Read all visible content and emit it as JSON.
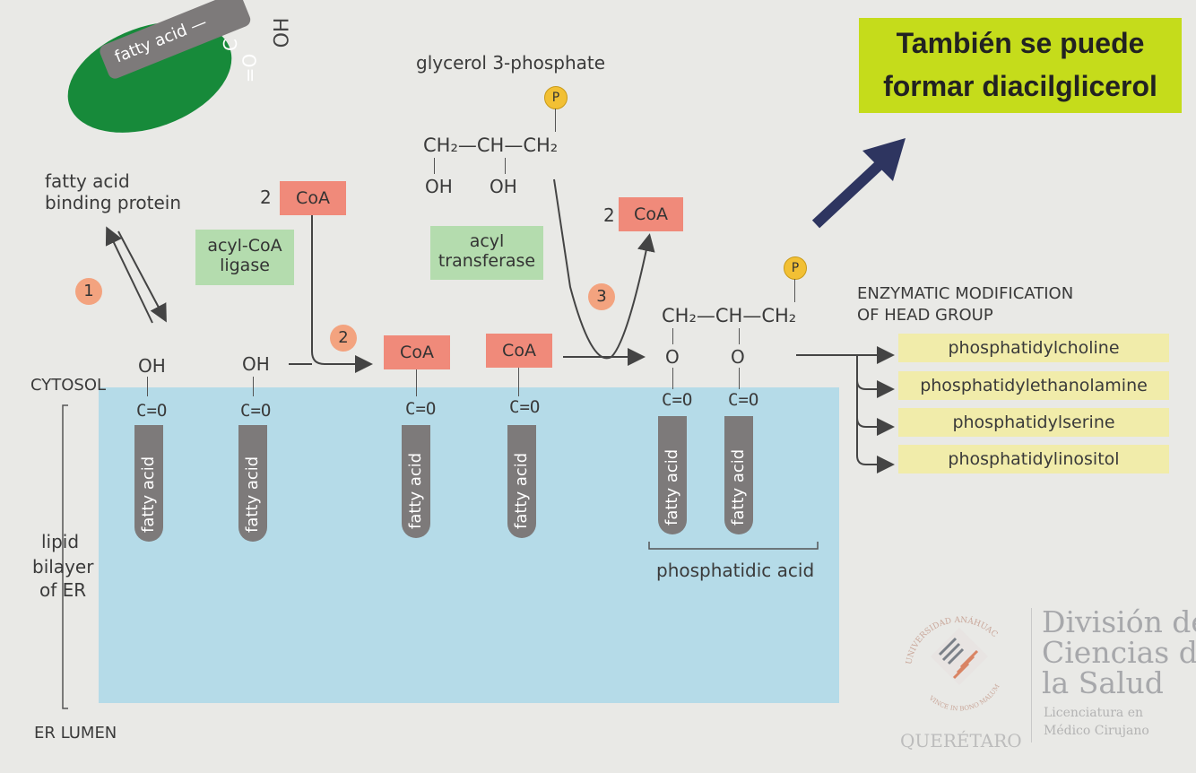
{
  "note": {
    "line1": "También se puede",
    "line2": "formar diacilglicerol"
  },
  "protein": {
    "label": "fatty acid —",
    "c": "C",
    "o": "=O",
    "oh": "OH",
    "name_line1": "fatty acid",
    "name_line2": "binding protein"
  },
  "glycerol": {
    "title": "glycerol 3-phosphate",
    "chain": "CH₂—CH—CH₂",
    "oh1": "OH",
    "oh2": "OH",
    "p": "P"
  },
  "steps": {
    "one": "1",
    "two": "2",
    "three": "3"
  },
  "coa_in": {
    "count": "2",
    "label": "CoA"
  },
  "coa_out": {
    "count": "2",
    "label": "CoA"
  },
  "enzymes": {
    "ligase_line1": "acyl-CoA",
    "ligase_line2": "ligase",
    "transferase_line1": "acyl",
    "transferase_line2": "transferase"
  },
  "membrane": {
    "cytosol": "CYTOSOL",
    "lumen": "ER LUMEN",
    "bilayer_line1": "lipid",
    "bilayer_line2": "bilayer",
    "bilayer_line3": "of ER"
  },
  "molecules": {
    "oh": "OH",
    "co": "C=O",
    "coa": "CoA",
    "fatty_acid": "fatty acid",
    "o": "O"
  },
  "pa": {
    "chain": "CH₂—CH—CH₂",
    "p": "P",
    "label": "phosphatidic acid"
  },
  "modification": {
    "line1": "ENZYMATIC MODIFICATION",
    "line2": "OF HEAD GROUP"
  },
  "products": [
    "phosphatidylcholine",
    "phosphatidylethanolamine",
    "phosphatidylserine",
    "phosphatidylinositol"
  ],
  "logo": {
    "university_arc": "UNIVERSIDAD ANÁHUAC",
    "motto_arc": "VINCE IN BONO MALUM",
    "city": "QUERÉTARO",
    "division_line1": "División de",
    "division_line2": "Ciencias de",
    "division_line3": "la Salud",
    "program_line1": "Licenciatura en",
    "program_line2": "Médico Cirujano"
  },
  "colors": {
    "bilayer": "#b5dbe8",
    "protein": "#178a3a",
    "note_bg": "#c5dc1b",
    "coa": "#f08a7a",
    "enzyme": "#b4dcae",
    "product": "#f1ecaa",
    "fatty_acid_tail": "#7d7a7a",
    "arrow_big": "#2e3560"
  }
}
